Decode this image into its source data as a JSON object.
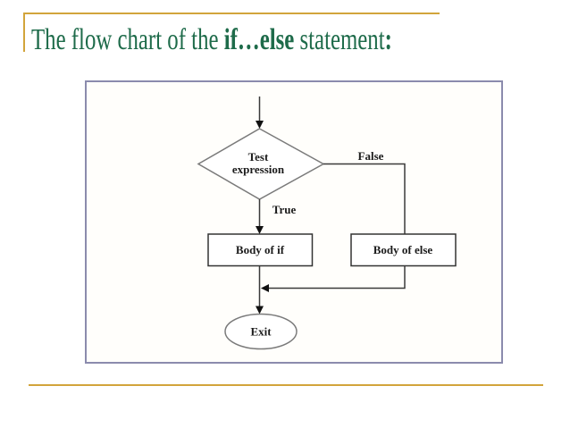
{
  "slide": {
    "title": {
      "prefix": "The flow chart of the ",
      "keyword": "if…else",
      "mid": " statement",
      "colon": ":"
    },
    "colors": {
      "title_green": "#1E6B4A",
      "accent_gold": "#D2A43B",
      "frame_border": "#8B8BAD",
      "shape_gray_stroke": "#7A7A7A",
      "shape_dark_stroke": "#333333"
    }
  },
  "flowchart": {
    "labels": {
      "decision_line1": "Test",
      "decision_line2": "expression",
      "branch_false": "False",
      "branch_true": "True",
      "if_box": "Body of if",
      "else_box": "Body of else",
      "exit": "Exit"
    },
    "nodes": [
      {
        "id": "decision",
        "type": "diamond",
        "text": "Test expression"
      },
      {
        "id": "body-of-if",
        "type": "process",
        "text": "Body of if"
      },
      {
        "id": "body-of-else",
        "type": "process",
        "text": "Body of else"
      },
      {
        "id": "exit",
        "type": "terminator",
        "text": "Exit"
      }
    ],
    "edges": [
      {
        "from": "start",
        "to": "decision",
        "label": ""
      },
      {
        "from": "decision",
        "to": "body-of-if",
        "label": "True"
      },
      {
        "from": "decision",
        "to": "body-of-else",
        "label": "False"
      },
      {
        "from": "body-of-if",
        "to": "exit",
        "label": ""
      },
      {
        "from": "body-of-else",
        "to": "exit",
        "label": ""
      }
    ]
  }
}
